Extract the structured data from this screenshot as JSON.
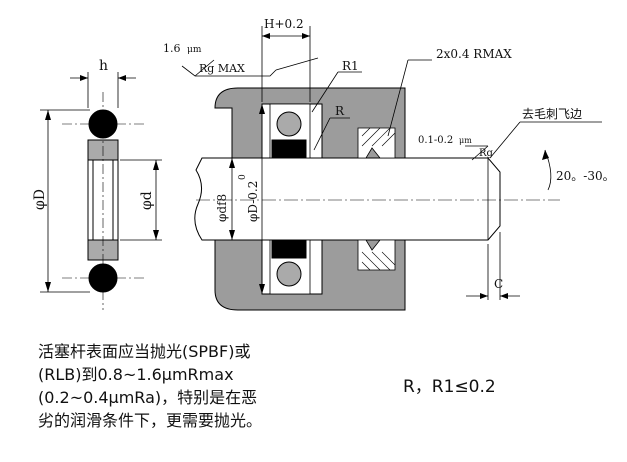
{
  "labels": {
    "tolerance_h": "H+0.2",
    "roughness_top_value": "1.6",
    "roughness_top_unit": "μm",
    "roughness_top_param": "Rg MAX",
    "h": "h",
    "phi_D_left": "φD",
    "phi_d_left": "φd",
    "r1": "R1",
    "r": "R",
    "chamfer_radius": "2x0.4 RMAX",
    "roughness_right_value": "0.1-0.2",
    "roughness_right_unit": "μm",
    "roughness_right_param": "Rg",
    "deburr": "去毛刺飞边",
    "angle": "20。-30。",
    "phi_d_f8": "φdf8",
    "phi_D_tol": "φD-0.2",
    "tol_zero": "0",
    "c": "C"
  },
  "notes": [
    "活塞杆表面应当抛光(SPBF)或",
    "(RLB)到0.8~1.6μmRmax",
    "(0.2~0.4μmRa)，特别是在恶",
    "劣的润滑条件下，更需要抛光。"
  ],
  "formula": "R，R1≤0.2",
  "colors": {
    "housing": "#9c9c9c",
    "seal": "#aaaaaa",
    "ring": "#000000",
    "line": "#000000"
  }
}
